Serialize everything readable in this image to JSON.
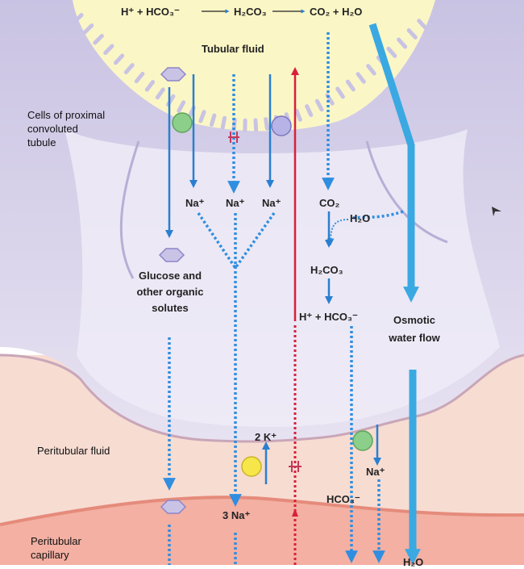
{
  "colors": {
    "lumen": "#fbf6c8",
    "cell": "#d9d3ea",
    "cell_inner": "#eeeaf5",
    "peritubular": "#f6d9cf",
    "capillary": "#f1aa9f",
    "arrow_blue": "#2a7fd0",
    "dashed_blue": "#2f8ee0",
    "red": "#d8203a",
    "wide_arrow": "#3aa9e2",
    "green_carrier": "#8ccf8a",
    "purple_carrier": "#b7b3e6",
    "yellow_pump": "#f6e64a"
  },
  "icons": [
    "glucose-hexagon-icon",
    "cotransporter-circle-icon",
    "antiporter-circle-icon",
    "na-k-pump-circle-icon",
    "channel-cross-icon"
  ],
  "lumen": {
    "reaction_lumen_1": "H⁺ + HCO₃⁻",
    "reaction_lumen_2": "H₂CO₃",
    "reaction_lumen_3": "CO₂ + H₂O",
    "tubular_fluid": "Tubular fluid"
  },
  "labels": {
    "cells_pct": "Cells of proximal convoluted tubule",
    "peritubular_fluid": "Peritubular fluid",
    "peritubular_capillary": "Peritubular capillary",
    "na_1": "Na⁺",
    "na_2": "Na⁺",
    "na_3": "Na⁺",
    "co2": "CO₂",
    "h2o": "H₂O",
    "h2co3": "H₂CO₃",
    "h_hco3": "H⁺ + HCO₃⁻",
    "glucose": "Glucose and other organic solutes",
    "osmotic": "Osmotic water flow",
    "two_k": "2 K⁺",
    "three_na": "3 Na⁺",
    "na_basal": "Na⁺",
    "hco3_basal": "HCO₃⁻",
    "h2o_bottom": "H₂O"
  }
}
